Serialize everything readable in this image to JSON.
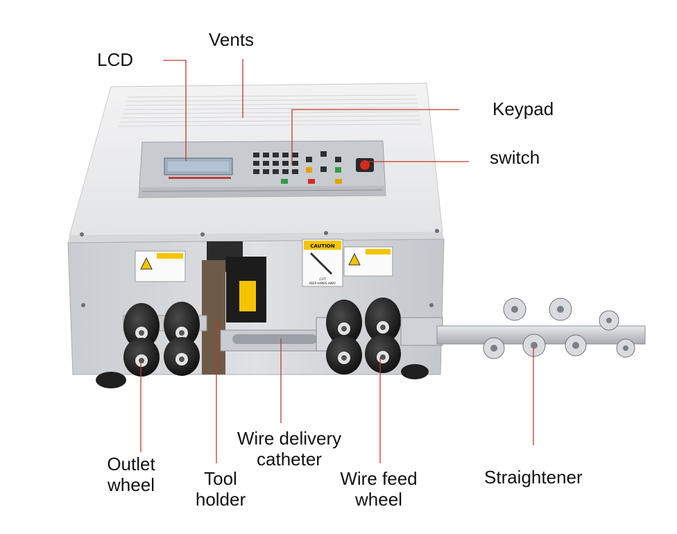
{
  "labels": {
    "lcd": "LCD",
    "vents": "Vents",
    "keypad": "Keypad",
    "switch": "switch",
    "outlet_wheel": "Outlet\nwheel",
    "tool_holder": "Tool\nholder",
    "wire_delivery_catheter": "Wire delivery\ncatheter",
    "wire_feed_wheel": "Wire feed\nwheel",
    "straightener": "Straightener"
  },
  "machine_text": {
    "caution": "CAUTION",
    "keep_hands_away": "KEEP HANDS AWAY",
    "cut": "CUT"
  },
  "colors": {
    "leader_line": "#c0392b",
    "caution_yellow": "#f5c400",
    "lcd_screen": "#a9b7c6",
    "panel": "#cfd3d6",
    "body": "#ededee",
    "roller": "#1a1a1a"
  }
}
